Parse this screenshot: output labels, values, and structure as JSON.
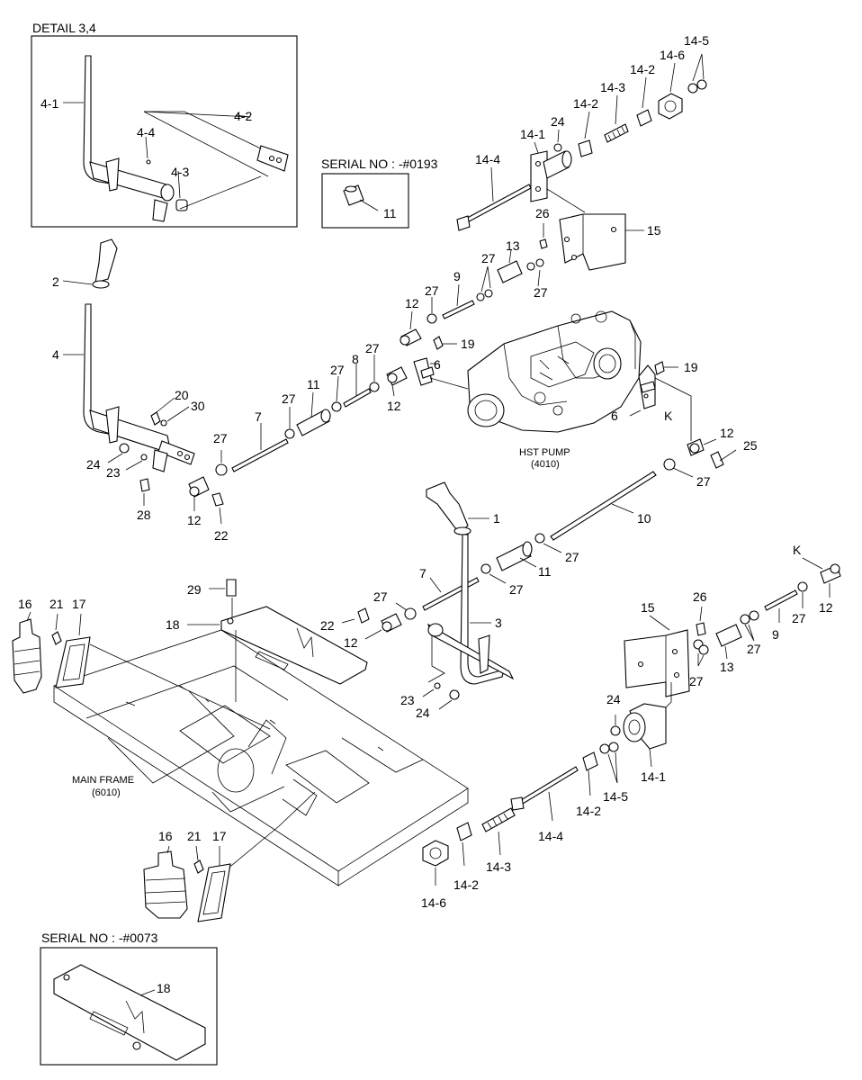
{
  "titles": {
    "detail": "DETAIL 3,4",
    "serial_top": "SERIAL NO : -#0193",
    "serial_bottom": "SERIAL NO : -#0073"
  },
  "captions": {
    "hst_pump": "HST PUMP",
    "hst_pump_code": "(4010)",
    "main_frame": "MAIN FRAME",
    "main_frame_code": "(6010)"
  },
  "callouts": [
    "4-1",
    "4-2",
    "4-4",
    "4-3",
    "11",
    "14-5",
    "14-6",
    "14-2",
    "14-3",
    "14-2",
    "24",
    "14-1",
    "14-4",
    "26",
    "15",
    "13",
    "27",
    "27",
    "9",
    "27",
    "12",
    "19",
    "6",
    "19",
    "6",
    "K",
    "2",
    "4",
    "20",
    "30",
    "27",
    "11",
    "27",
    "8",
    "27",
    "12",
    "7",
    "27",
    "24",
    "23",
    "28",
    "12",
    "22",
    "12",
    "25",
    "27",
    "1",
    "10",
    "27",
    "11",
    "27",
    "7",
    "29",
    "18",
    "16",
    "21",
    "17",
    "27",
    "22",
    "12",
    "3",
    "23",
    "24",
    "K",
    "12",
    "26",
    "15",
    "27",
    "9",
    "27",
    "13",
    "27",
    "24",
    "14-1",
    "14-5",
    "14-2",
    "14-4",
    "14-3",
    "14-2",
    "14-6",
    "MAIN FRAME",
    "(6010)",
    "16",
    "21",
    "17",
    "18"
  ]
}
